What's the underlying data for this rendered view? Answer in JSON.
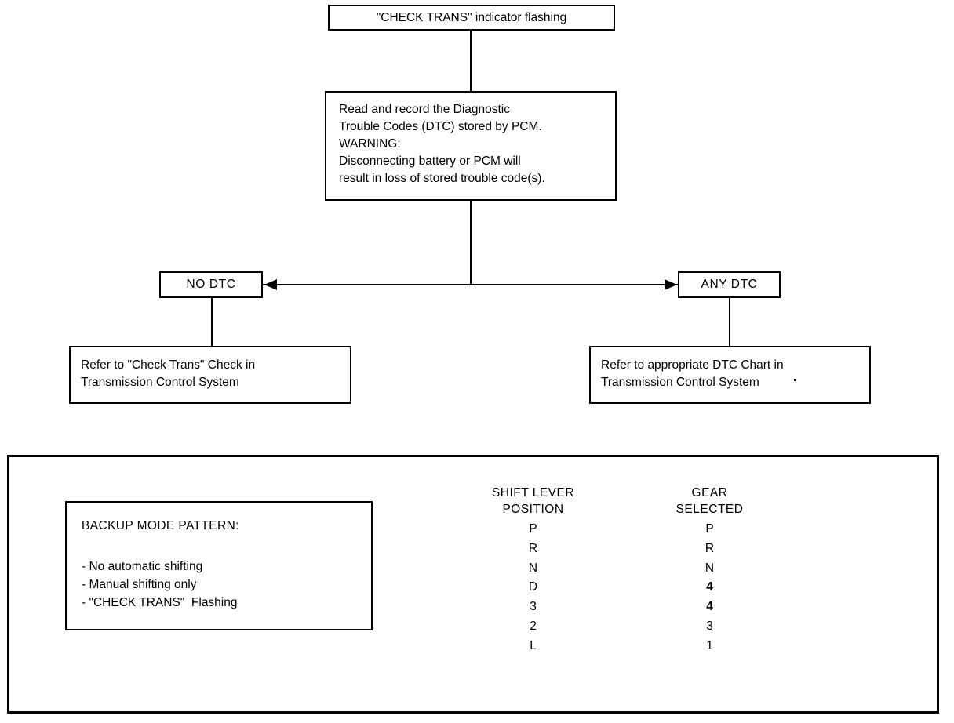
{
  "flowchart": {
    "indicator_box": {
      "text": "\"CHECK TRANS\" indicator flashing"
    },
    "instruction_box": {
      "text": "Read and record the Diagnostic\nTrouble Codes (DTC) stored by PCM.\nWARNING:\nDisconnecting battery or PCM will\nresult in loss of stored trouble code(s)."
    },
    "decision_left": {
      "text": "NO DTC"
    },
    "decision_right": {
      "text": "ANY  DTC"
    },
    "refer_left": {
      "text": "Refer to \"Check Trans\" Check in\nTransmission Control System"
    },
    "refer_right": {
      "text": "Refer to appropriate DTC Chart in\nTransmission Control System"
    }
  },
  "backup_panel": {
    "heading": "BACKUP MODE PATTERN:",
    "bullets": [
      "- No automatic shifting",
      "- Manual shifting only",
      "- \"CHECK TRANS\"  Flashing"
    ]
  },
  "chart_data": {
    "type": "table",
    "title": "",
    "columns": [
      {
        "header_line1": "SHIFT LEVER",
        "header_line2": "POSITION"
      },
      {
        "header_line1": "GEAR",
        "header_line2": "SELECTED"
      }
    ],
    "rows": [
      {
        "shift_lever_position": "P",
        "gear_selected": "P",
        "gear_bold": false
      },
      {
        "shift_lever_position": "R",
        "gear_selected": "R",
        "gear_bold": false
      },
      {
        "shift_lever_position": "N",
        "gear_selected": "N",
        "gear_bold": false
      },
      {
        "shift_lever_position": "D",
        "gear_selected": "4",
        "gear_bold": true
      },
      {
        "shift_lever_position": "3",
        "gear_selected": "4",
        "gear_bold": true
      },
      {
        "shift_lever_position": "2",
        "gear_selected": "3",
        "gear_bold": false
      },
      {
        "shift_lever_position": "L",
        "gear_selected": "1",
        "gear_bold": false
      }
    ]
  },
  "colors": {
    "stroke": "#000000",
    "background": "#ffffff"
  }
}
